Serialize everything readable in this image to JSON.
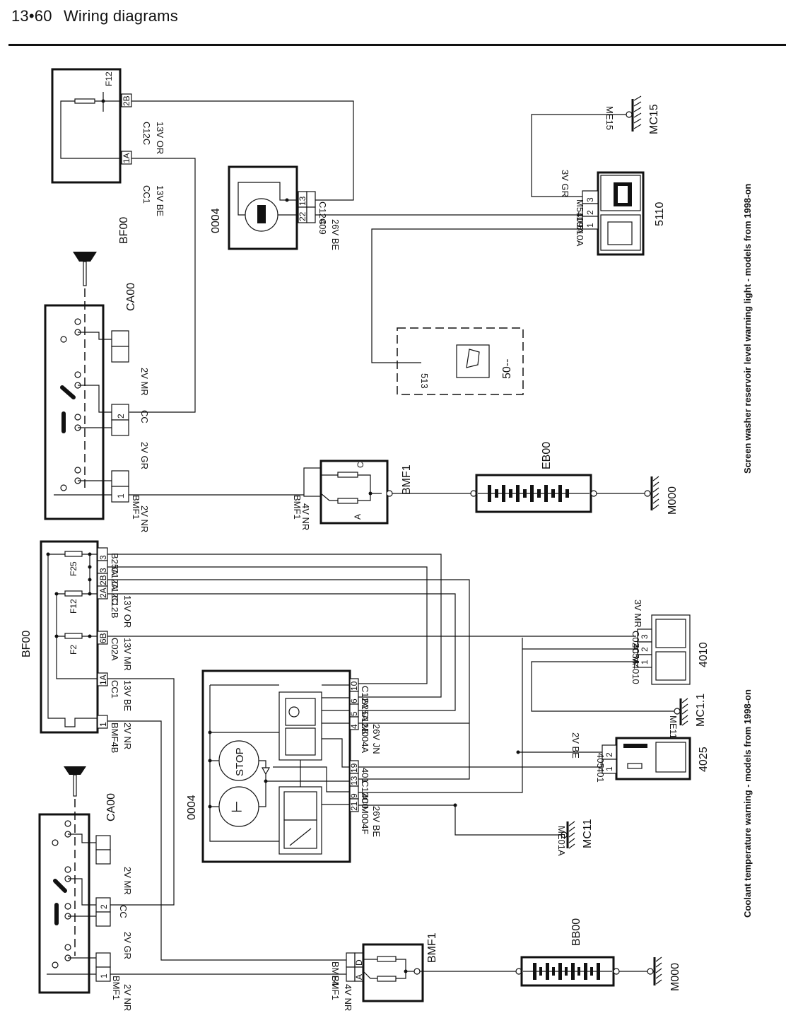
{
  "page": {
    "page_number": "13•60",
    "section_title": "Wiring diagrams"
  },
  "diagrams": [
    {
      "id": "screen-washer",
      "caption": "Screen washer reservoir level warning light - models from 1998-on",
      "components": {
        "fusebox": {
          "code": "BF00",
          "fuse": "F12",
          "pins": [
            "2B",
            "1A"
          ]
        },
        "ignition_switch": {
          "code": "CA00",
          "pins": [
            "1",
            "2"
          ]
        },
        "instrument_panel": {
          "code": "0004",
          "pins": [
            "13",
            "22"
          ]
        },
        "level_sensor": {
          "code": "5110",
          "pins": [
            "3",
            "2",
            "1"
          ]
        },
        "wiper_unit": {
          "code": "50--",
          "wire": "513"
        },
        "fuse_box_maxi": {
          "code": "BMF1",
          "pins": [
            "A",
            "C"
          ]
        },
        "battery": {
          "code": "EB00"
        },
        "earth_main": {
          "code": "M000"
        },
        "earth_sensor": {
          "code": "MC15",
          "wire": "ME15"
        }
      },
      "wire_labels": {
        "w_2b": [
          "C12C",
          "13V OR"
        ],
        "w_1a": [
          "CC1",
          "13V BE"
        ],
        "w_ip13": "C12C",
        "w_ip22": [
          "409",
          "26V BE"
        ],
        "w_s3": [
          "M5110",
          "3V GR"
        ],
        "w_s2": "409A",
        "w_s1": "510A",
        "w_cc": "CC",
        "w_ign1": [
          "BMF1",
          "2V NR"
        ],
        "w_ign_gr": "2V GR",
        "w_ign_mr": "2V MR",
        "w_bmf": [
          "BMF1",
          "4V NR"
        ]
      }
    },
    {
      "id": "coolant",
      "caption": "Coolant temperature warning - models from 1998-on",
      "components": {
        "fusebox": {
          "code": "BF00",
          "fuses": [
            "F25",
            "F12",
            "F2"
          ],
          "pins": [
            "3",
            "3",
            "2B",
            "2A",
            "6B",
            "1A",
            "1"
          ]
        },
        "ignition_switch": {
          "code": "CA00",
          "pins": [
            "1",
            "2"
          ]
        },
        "instrument_panel": {
          "code": "0004",
          "pins": [
            "10",
            "6",
            "5",
            "4",
            "19",
            "13",
            "9",
            "21"
          ],
          "stop_label": "STOP"
        },
        "level_sensor": {
          "code": "4010",
          "pins": [
            "3",
            "2",
            "1"
          ]
        },
        "temp_sensor": {
          "code": "4025",
          "pins": [
            "2",
            "1"
          ]
        },
        "fuse_box_maxi": {
          "code": "BMF1",
          "pins": [
            "D",
            "A"
          ]
        },
        "battery": {
          "code": "BB00"
        },
        "earth_main": {
          "code": "M000"
        },
        "earth_mc11a": {
          "code": "MC1.1",
          "wire": "ME11"
        },
        "earth_mc11b": {
          "code": "MC11",
          "wire": "ME01A"
        }
      },
      "wire_labels": {
        "f_b25a": "B25A",
        "f_c12a": "C12A",
        "f_c12c": "C12C",
        "f_c12b": [
          "C12B",
          "13V OR"
        ],
        "f_c02a": [
          "C02A",
          "13V MR"
        ],
        "f_cc1": [
          "CC1",
          "13V BE"
        ],
        "f_bmf4b": [
          "BMF4B",
          "2V NR"
        ],
        "ip_10": "C12A",
        "ip_6": "B25A",
        "ip_5": "C12B",
        "ip_4": [
          "M004A",
          "26V JN"
        ],
        "ip_19": "401",
        "ip_13": "C12C",
        "ip_9": "400",
        "ip_21": [
          "M004F",
          "26V BE"
        ],
        "s4010_3": "C02C",
        "s4010_2": "405A",
        "s4010_1": "M4010",
        "s4010_conn": "3V MR",
        "s4025_2": "405",
        "s4025_1": "401",
        "s4025_conn": "2V BE",
        "cc": "CC",
        "ign1": [
          "BMF1",
          "2V NR"
        ],
        "ign_gr": "2V GR",
        "ign_mr": "2V MR",
        "bmf_d": "BMF4",
        "bmf_a": [
          "BMF1",
          "4V NR"
        ]
      }
    }
  ]
}
